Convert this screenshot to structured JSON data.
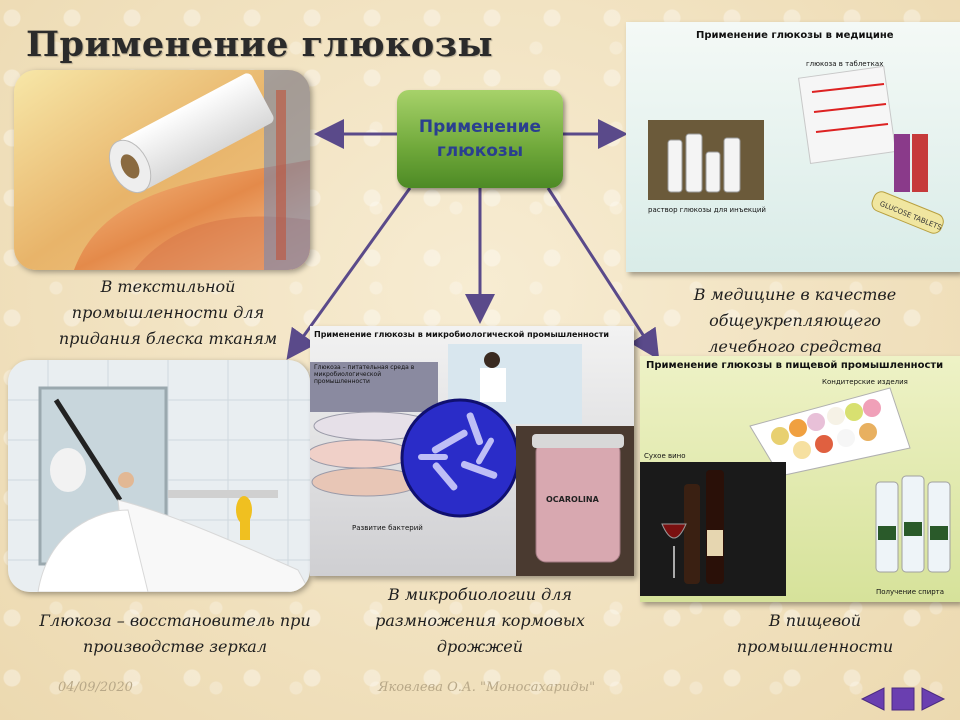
{
  "slide": {
    "title": "Применение глюкозы",
    "center_label_line1": "Применение",
    "center_label_line2": "глюкозы"
  },
  "captions": {
    "textile": [
      "В текстильной",
      "промышленности для",
      "придания блеска тканям"
    ],
    "medicine": [
      "В медицине в качестве",
      "общеукрепляющего",
      "лечебного средства"
    ],
    "mirrors": [
      "Глюкоза – восстановитель при",
      "производстве зеркал"
    ],
    "microbio": [
      "В микробиологии для",
      "размножения кормовых",
      "дрожжей"
    ],
    "food": [
      "В пищевой",
      "промышленности"
    ]
  },
  "panels": {
    "medicine": {
      "title": "Применение глюкозы в медицине",
      "tablets_label": "глюкоза в таблетках",
      "solution_label": "раствор глюкозы для инъекций",
      "tablet_text": "GLUCOSE TABLETS"
    },
    "microbio": {
      "title": "Применение глюкозы в микробиологической промышленности",
      "medium_label": "Глюкоза – питательная среда в микробиологической промышленности",
      "bacteria_label": "Развитие бактерий",
      "jar_text": "OCAROLINA"
    },
    "food": {
      "title": "Применение глюкозы в пищевой промышленности",
      "confectionery_label": "Кондитерские изделия",
      "wine_label": "Сухое вино",
      "spirit_label": "Получение спирта"
    }
  },
  "footer": {
    "date": "04/09/2020",
    "author": "Яковлева О.А. \"Моносахариды\""
  },
  "colors": {
    "arrow": "#5a4a8a",
    "center_box": "#6fa83a",
    "center_text": "#2a3f8f",
    "nav_button": "#6a3fb0"
  },
  "icons": {
    "prev": "triangle-left-icon",
    "home": "square-icon",
    "next": "triangle-right-icon"
  }
}
